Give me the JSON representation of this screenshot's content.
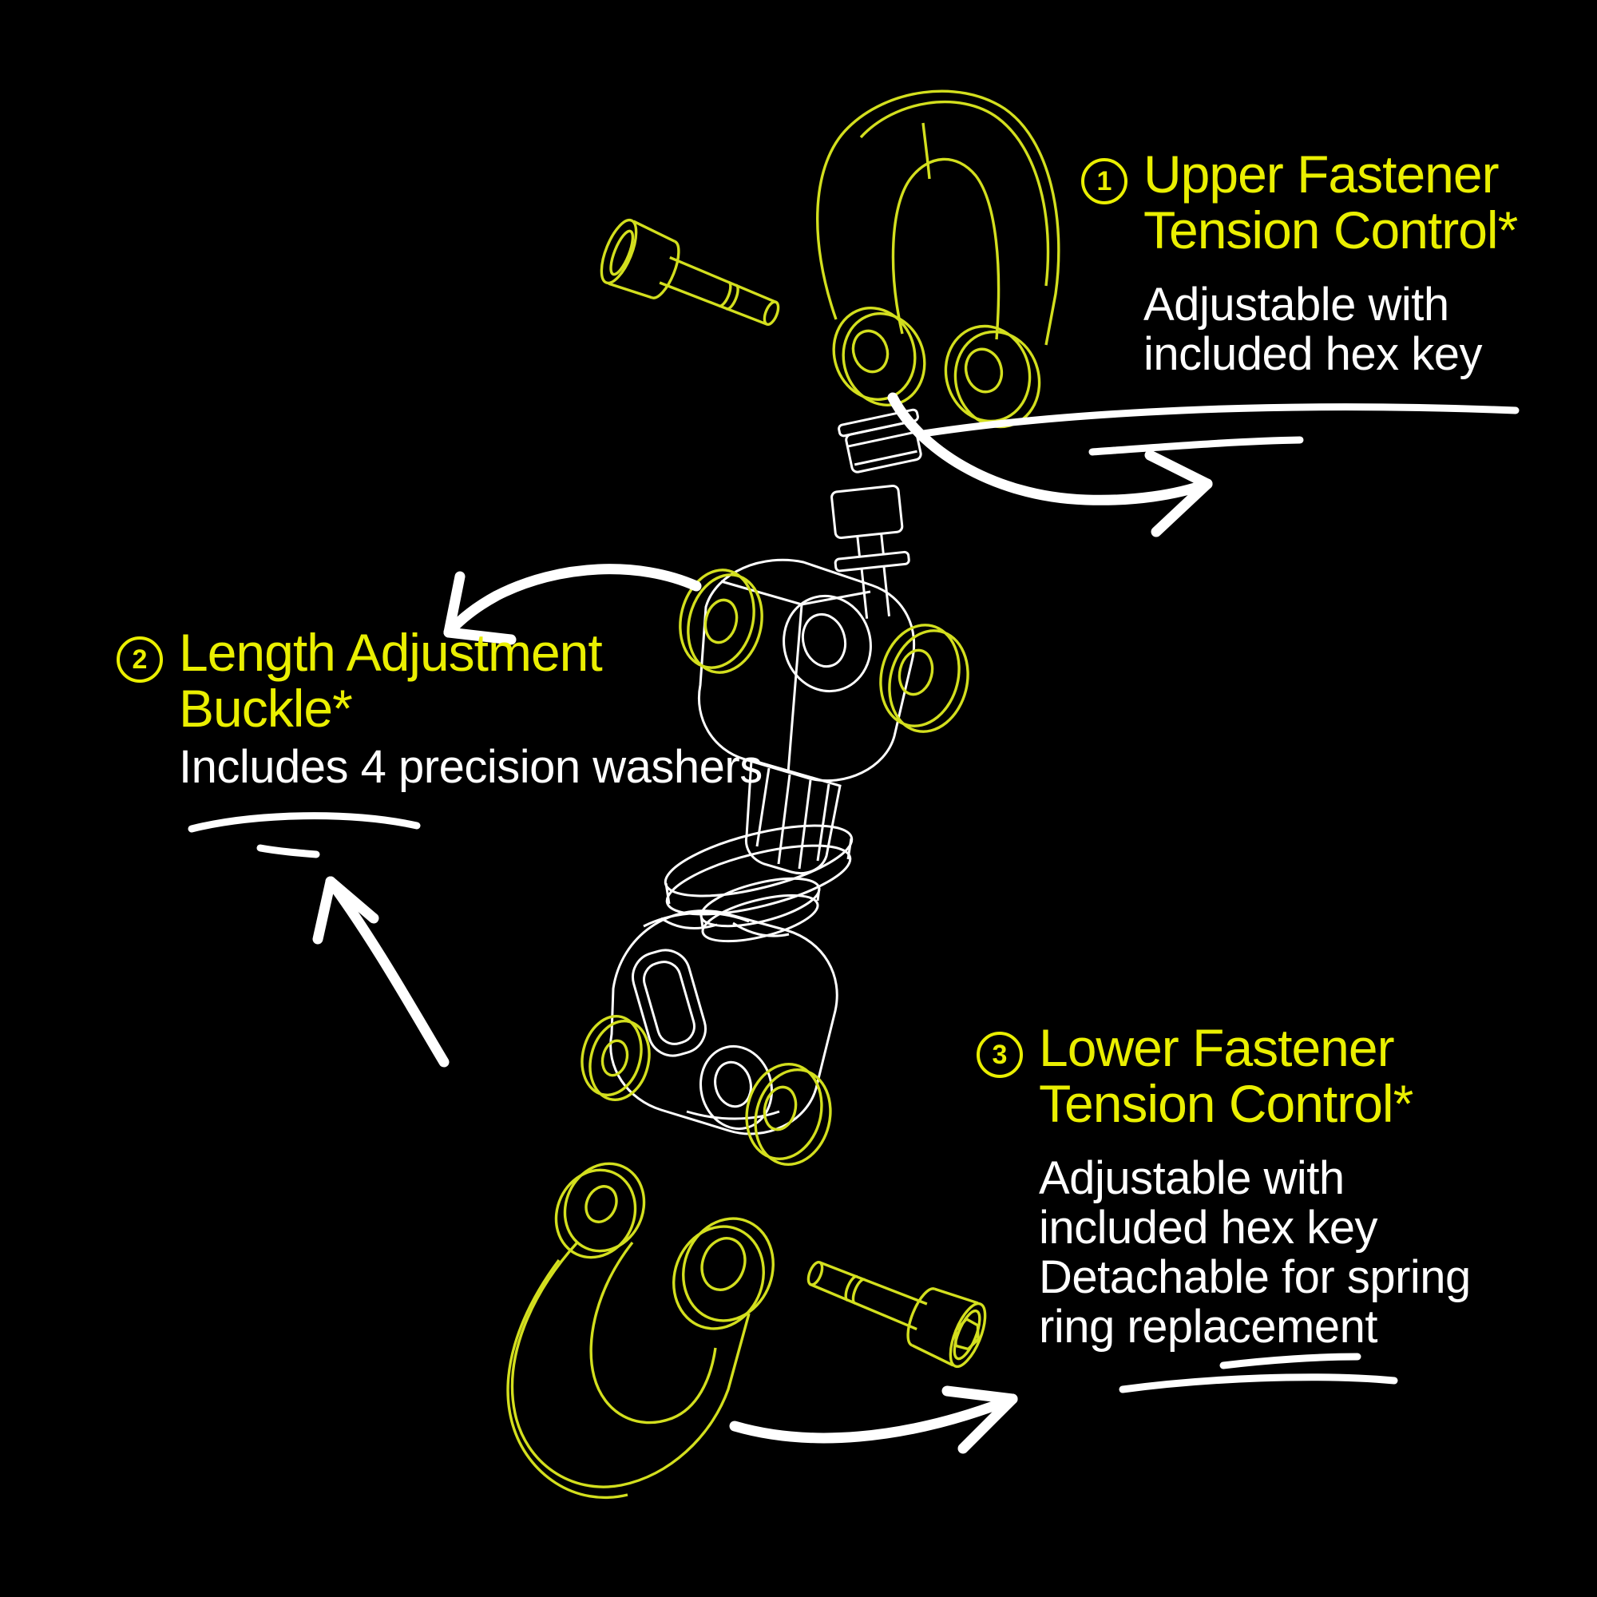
{
  "page": {
    "background": "#000000"
  },
  "colors": {
    "label_yellow": "#EAEF00",
    "line_yellow": "#D3DF1E",
    "line_white": "#FFFFFF",
    "body_text": "#FFFFFF"
  },
  "annotations": [
    {
      "number": "1",
      "title_lines": [
        "Upper Fastener",
        "Tension Control*"
      ],
      "body_lines": [
        "Adjustable with",
        "included hex key"
      ]
    },
    {
      "number": "2",
      "title_lines": [
        "Length Adjustment",
        "Buckle*"
      ],
      "body_lines": [
        "Includes 4 precision washers"
      ]
    },
    {
      "number": "3",
      "title_lines": [
        "Lower Fastener",
        "Tension Control*"
      ],
      "body_lines": [
        "Adjustable with",
        "included hex key",
        "Detachable for spring",
        "ring replacement"
      ]
    }
  ],
  "diagram": {
    "parts": [
      {
        "name": "upper-shackle",
        "stroke": "#D3DF1E"
      },
      {
        "name": "upper-hex-bolt",
        "stroke": "#D3DF1E"
      },
      {
        "name": "spacer-collar",
        "stroke": "#FFFFFF"
      },
      {
        "name": "adjuster-post",
        "stroke": "#FFFFFF"
      },
      {
        "name": "upper-buckle-body",
        "stroke": "#FFFFFF"
      },
      {
        "name": "precision-washers",
        "stroke": "#D3DF1E",
        "count": 4
      },
      {
        "name": "flange-disc",
        "stroke": "#FFFFFF"
      },
      {
        "name": "lower-buckle-body",
        "stroke": "#FFFFFF"
      },
      {
        "name": "lower-shackle",
        "stroke": "#D3DF1E"
      },
      {
        "name": "lower-hex-bolt",
        "stroke": "#D3DF1E"
      }
    ]
  }
}
